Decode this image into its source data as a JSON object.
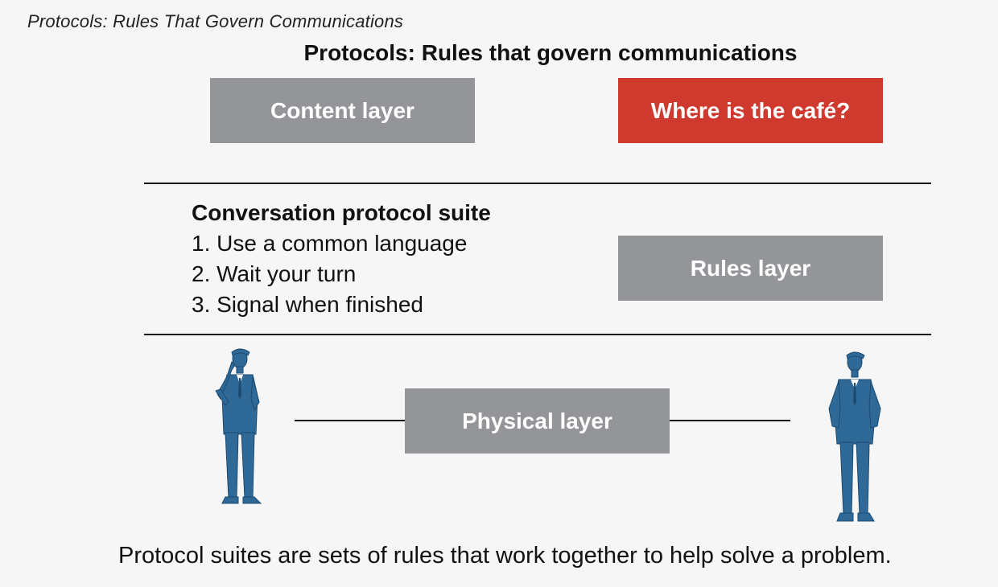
{
  "page": {
    "label": "Protocols: Rules That Govern Communications"
  },
  "diagram": {
    "title": "Protocols: Rules that govern communications",
    "content_layer": "Content layer",
    "speech_bubble": "Where is the café?",
    "rules_layer": "Rules layer",
    "physical_layer": "Physical layer",
    "suite": {
      "title": "Conversation protocol suite",
      "items": [
        "1. Use a common language",
        "2. Wait your turn",
        "3. Signal when finished"
      ]
    },
    "caption": "Protocol suites are sets of rules that work together to help solve a problem.",
    "colors": {
      "box_gray": "#939598",
      "speech_red": "#d0392d",
      "figure_blue": "#2f6997",
      "background": "#f6f6f6"
    },
    "icons": [
      "person-speaking-icon",
      "person-listening-icon"
    ]
  }
}
